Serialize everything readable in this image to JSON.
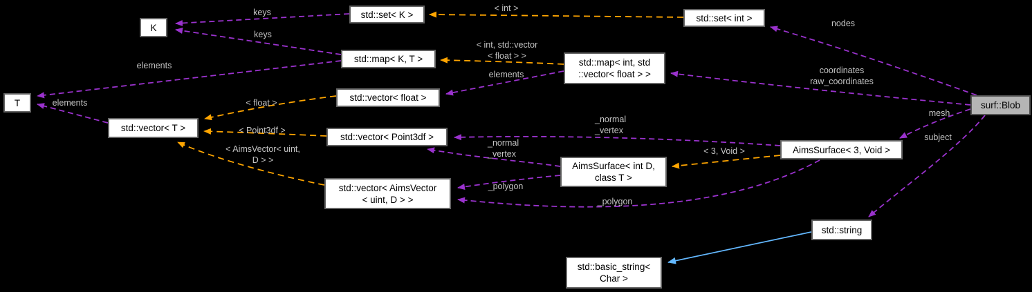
{
  "diagram": {
    "type": "collaboration-graph",
    "background_color": "#000000",
    "colors": {
      "usage_edge": "#9a32cd",
      "template_edge": "#ffa500",
      "inheritance_edge": "#63b8ff",
      "node_fill": "#ffffff",
      "node_border": "#636363",
      "highlight_node_fill": "#b5b5b5",
      "node_text": "#000000",
      "edge_label_text": "#c4c4c4"
    },
    "nodes": {
      "k": {
        "label": "K"
      },
      "t": {
        "label": "T"
      },
      "set_k": {
        "label": "std::set< K >"
      },
      "set_int": {
        "label": "std::set< int >"
      },
      "map_kt": {
        "label": "std::map< K, T >"
      },
      "map_int": {
        "label": "std::map< int, std\n::vector< float > >"
      },
      "vector_t": {
        "label": "std::vector< T >"
      },
      "vector_float": {
        "label": "std::vector< float >"
      },
      "vector_point3df": {
        "label": "std::vector< Point3df >"
      },
      "vector_aimsvector": {
        "label": "std::vector< AimsVector\n< uint, D > >"
      },
      "aimssurface_d": {
        "label": "AimsSurface< int D,\nclass T >"
      },
      "aimssurface_3": {
        "label": "AimsSurface< 3, Void >"
      },
      "surf_blob": {
        "label": "surf::Blob"
      },
      "std_string": {
        "label": "std::string"
      },
      "basic_string": {
        "label": "std::basic_string<\nChar >"
      }
    },
    "edge_labels": {
      "keys_set": "keys",
      "keys_map": "keys",
      "elements_map_kt": "elements",
      "elements_vector_t": "elements",
      "elements_map_int": "elements",
      "tmpl_int": "< int >",
      "tmpl_int_vector_float": "< int, std::vector\n< float > >",
      "tmpl_float": "< float >",
      "tmpl_point3df": "< Point3df >",
      "tmpl_aimsvector": "< AimsVector< uint,\nD > >",
      "tmpl_3_void": "< 3, Void >",
      "normal_vertex_a": "_normal\n_vertex",
      "normal_vertex_b": "_normal\n_vertex",
      "polygon_a": "_polygon",
      "polygon_b": "_polygon",
      "nodes": "nodes",
      "coordinates": "coordinates\nraw_coordinates",
      "mesh": "mesh",
      "subject": "subject"
    },
    "edges": [
      {
        "from": "set_int",
        "to": "set_k",
        "label": "< int >",
        "type": "template"
      },
      {
        "from": "map_int",
        "to": "map_kt",
        "label": "< int, std::vector < float > >",
        "type": "template"
      },
      {
        "from": "vector_float",
        "to": "vector_t",
        "label": "< float >",
        "type": "template"
      },
      {
        "from": "vector_point3df",
        "to": "vector_t",
        "label": "< Point3df >",
        "type": "template"
      },
      {
        "from": "vector_aimsvector",
        "to": "vector_t",
        "label": "< AimsVector< uint, D > >",
        "type": "template"
      },
      {
        "from": "aimssurface_3",
        "to": "aimssurface_d",
        "label": "< 3, Void >",
        "type": "template"
      },
      {
        "from": "set_k",
        "to": "k",
        "label": "keys",
        "type": "usage"
      },
      {
        "from": "map_kt",
        "to": "k",
        "label": "keys",
        "type": "usage"
      },
      {
        "from": "map_kt",
        "to": "t",
        "label": "elements",
        "type": "usage"
      },
      {
        "from": "vector_t",
        "to": "t",
        "label": "elements",
        "type": "usage"
      },
      {
        "from": "map_int",
        "to": "vector_float",
        "label": "elements",
        "type": "usage"
      },
      {
        "from": "aimssurface_d",
        "to": "vector_point3df",
        "label": "_normal _vertex",
        "type": "usage"
      },
      {
        "from": "aimssurface_3",
        "to": "vector_point3df",
        "label": "_normal _vertex",
        "type": "usage"
      },
      {
        "from": "aimssurface_d",
        "to": "vector_aimsvector",
        "label": "_polygon",
        "type": "usage"
      },
      {
        "from": "aimssurface_3",
        "to": "vector_aimsvector",
        "label": "_polygon",
        "type": "usage"
      },
      {
        "from": "surf_blob",
        "to": "set_int",
        "label": "nodes",
        "type": "usage"
      },
      {
        "from": "surf_blob",
        "to": "map_int",
        "label": "coordinates raw_coordinates",
        "type": "usage"
      },
      {
        "from": "surf_blob",
        "to": "aimssurface_3",
        "label": "mesh",
        "type": "usage"
      },
      {
        "from": "surf_blob",
        "to": "std_string",
        "label": "subject",
        "type": "usage"
      },
      {
        "from": "std_string",
        "to": "basic_string",
        "label": "",
        "type": "inheritance"
      }
    ]
  }
}
